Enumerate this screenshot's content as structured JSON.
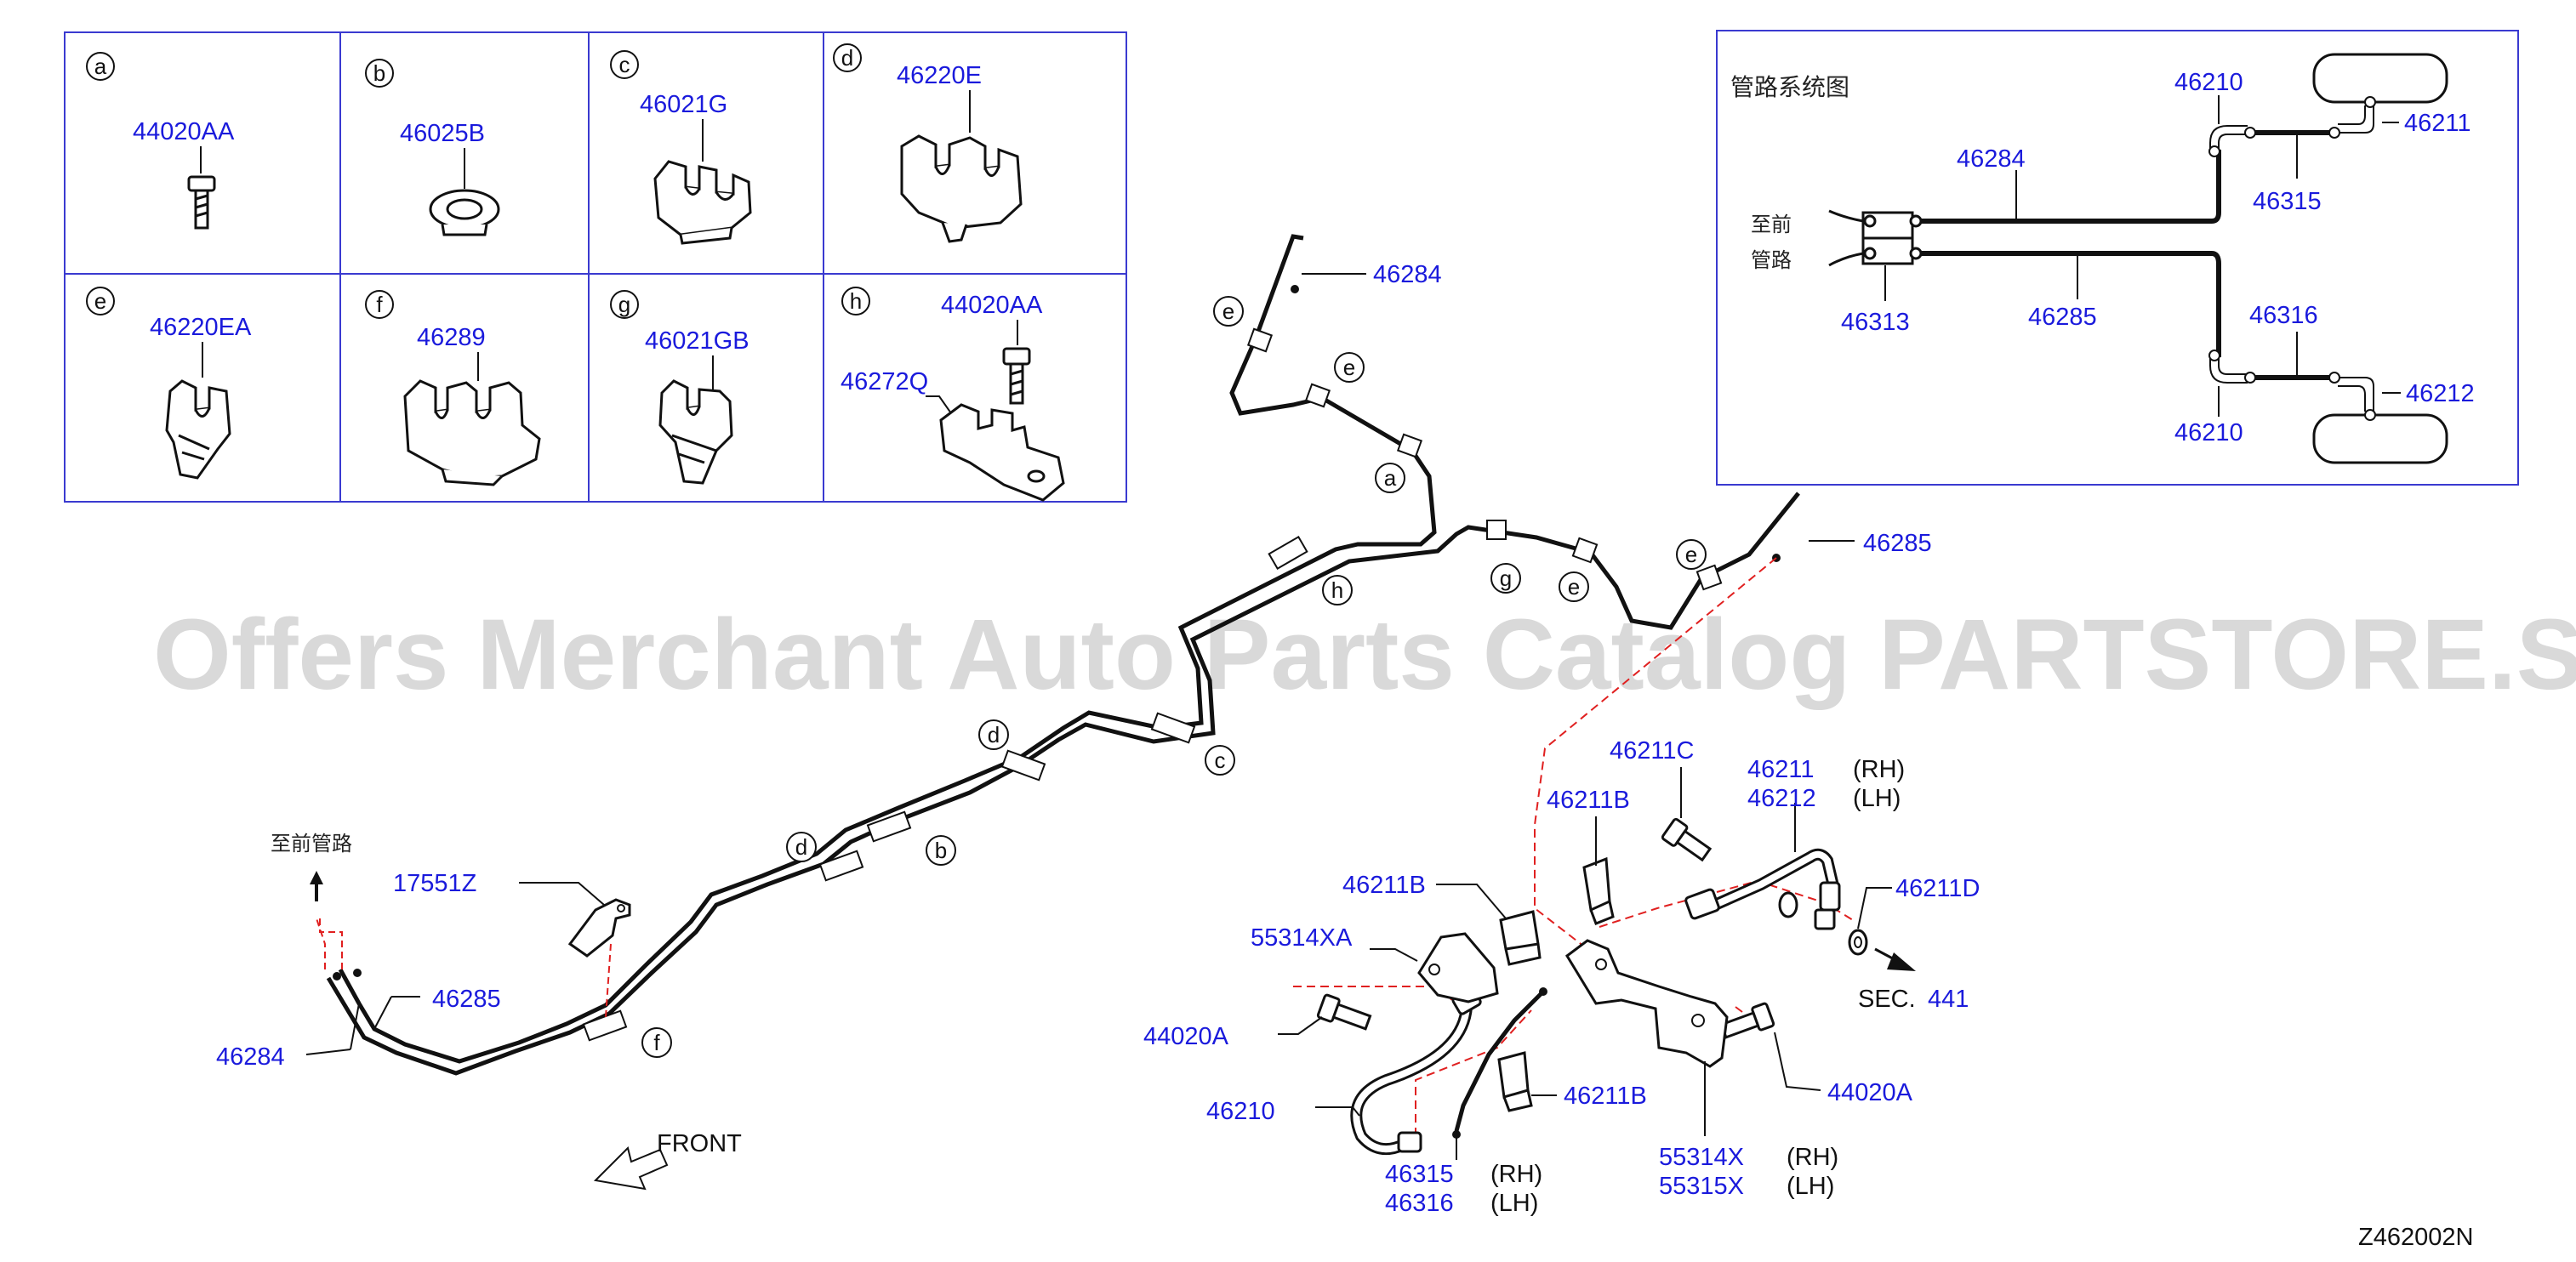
{
  "watermark": "Offers Merchant Auto Parts Catalog PARTSTORE.SA",
  "diagram_code": "Z462002N",
  "parts_grid": [
    {
      "letter": "a",
      "part": "44020AA"
    },
    {
      "letter": "b",
      "part": "46025B"
    },
    {
      "letter": "c",
      "part": "46021G"
    },
    {
      "letter": "d",
      "part": "46220E"
    },
    {
      "letter": "e",
      "part": "46220EA"
    },
    {
      "letter": "f",
      "part": "46289"
    },
    {
      "letter": "g",
      "part": "46021GB"
    },
    {
      "letter": "h",
      "part": "44020AA",
      "part2": "46272Q"
    }
  ],
  "system_diagram": {
    "title": "管路系统图",
    "from_front_line1": "至前",
    "from_front_line2": "管路",
    "labels": {
      "p46210_top": "46210",
      "p46211": "46211",
      "p46284": "46284",
      "p46315": "46315",
      "p46313": "46313",
      "p46285": "46285",
      "p46316": "46316",
      "p46212": "46212",
      "p46210_bottom": "46210"
    }
  },
  "main_diagram": {
    "to_front_piping": "至前管路",
    "front_label": "FRONT",
    "sec_label": "SEC.",
    "sec_number": "441",
    "labels": {
      "p46284_top": "46284",
      "p46285_right": "46285",
      "p17551Z": "17551Z",
      "p46285_left": "46285",
      "p46284_left": "46284",
      "p46211C": "46211C",
      "p46211": "46211",
      "p46212": "46212",
      "rh1": "(RH)",
      "lh1": "(LH)",
      "p46211B_a": "46211B",
      "p46211B_b": "46211B",
      "p46211D": "46211D",
      "p55314XA": "55314XA",
      "p44020A_left": "44020A",
      "p46210": "46210",
      "p46211B_c": "46211B",
      "p44020A_right": "44020A",
      "p46315": "46315",
      "p46316": "46316",
      "rh2": "(RH)",
      "lh2": "(LH)",
      "p55314X": "55314X",
      "p55315X": "55315X",
      "rh3": "(RH)",
      "lh3": "(LH)"
    },
    "callouts": [
      "e",
      "e",
      "a",
      "h",
      "g",
      "e",
      "e",
      "d",
      "c",
      "d",
      "b",
      "f"
    ]
  },
  "colors": {
    "part_number": "#1a1adc",
    "frame": "#3a3ad0",
    "pipe": "#111111",
    "dashed_leader": "#e02020",
    "watermark": "#d9d9d9"
  }
}
